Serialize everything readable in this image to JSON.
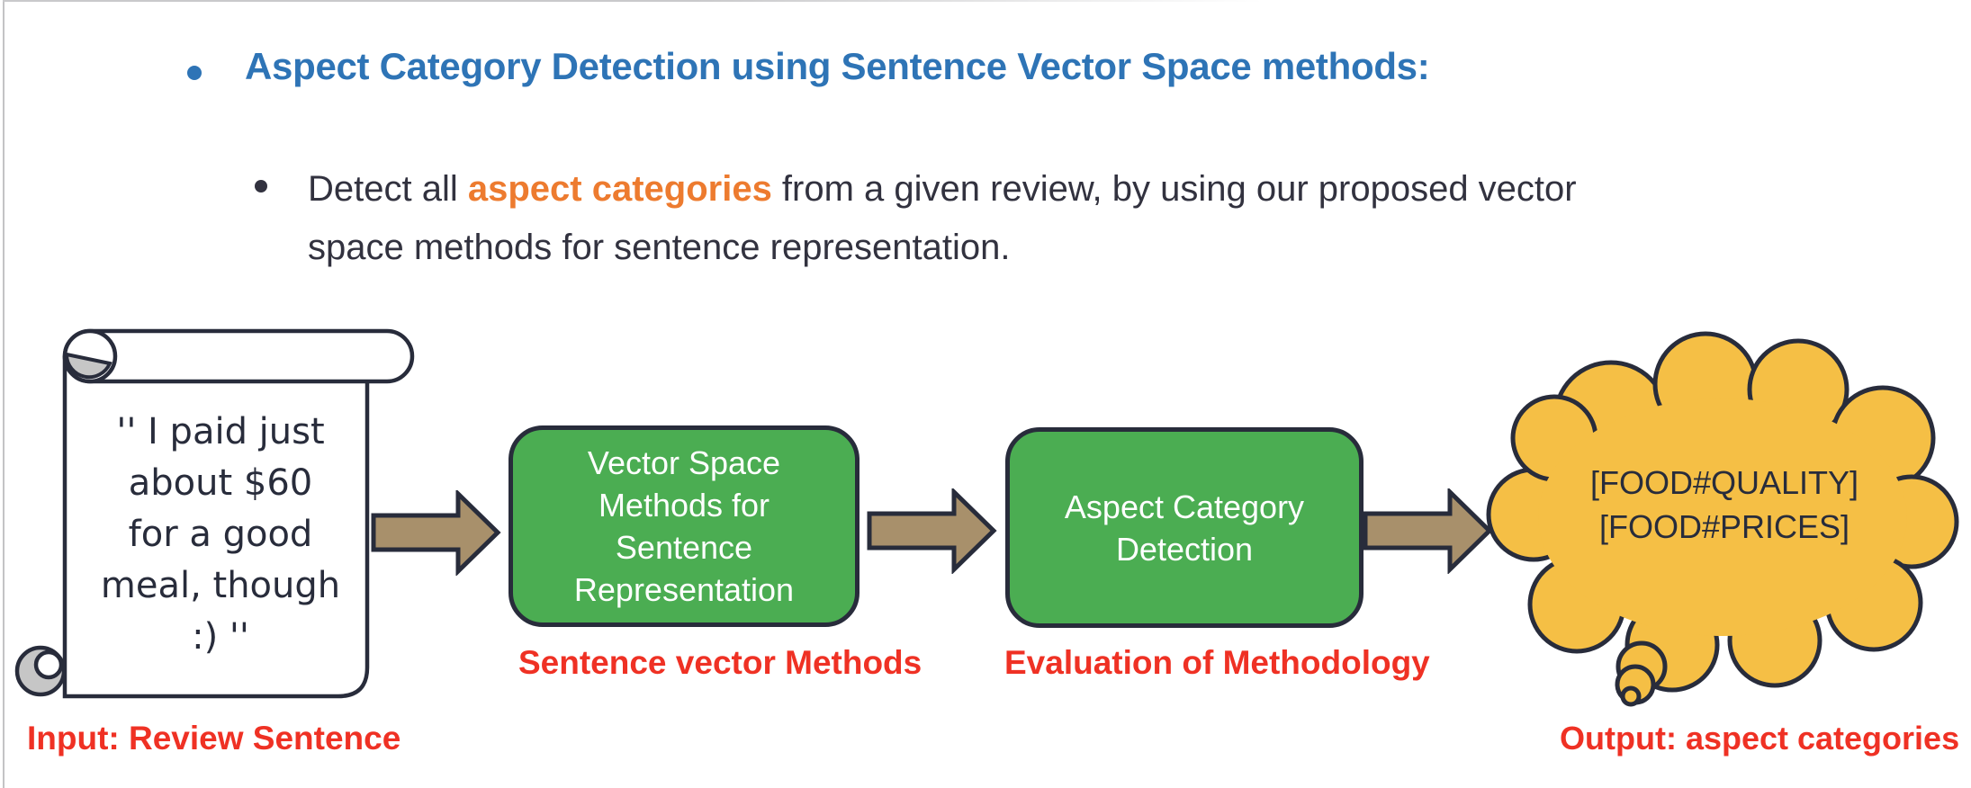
{
  "header": {
    "title": "Aspect Category Detection using Sentence Vector Space methods:"
  },
  "subpoint": {
    "line1_prefix": "Detect all ",
    "line1_highlight": "aspect categories",
    "line1_suffix": " from a given review, by using our proposed vector",
    "line2": "space methods for sentence representation."
  },
  "flow": {
    "input_scroll": {
      "quote": "'' I paid just\nabout $60\nfor a good\nmeal, though\n:) ''",
      "label": "Input: Review Sentence"
    },
    "step1": {
      "box_text": "Vector Space\nMethods for\nSentence\nRepresentation",
      "label": "Sentence vector Methods"
    },
    "step2": {
      "box_text": "Aspect Category\nDetection",
      "label": "Evaluation of Methodology"
    },
    "output_bubble": {
      "categories": "[FOOD#QUALITY]\n[FOOD#PRICES]",
      "label": "Output: aspect categories"
    }
  },
  "colors": {
    "title-blue": "#2E74B6",
    "highlight-orange": "#ED7B2F",
    "label-red": "#EF3124",
    "box-green": "#4BAD52",
    "arrow-tan": "#A8906B",
    "cloud-yellow": "#F5BF45",
    "outline-dark": "#282C3B",
    "text-dark": "#32323F",
    "paper-gray": "#C6C6C6"
  }
}
